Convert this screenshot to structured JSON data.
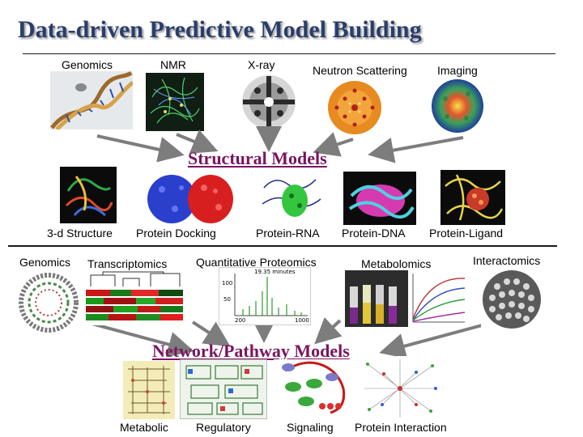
{
  "title": "Data-driven Predictive Model Building",
  "data_sources": {
    "genomics": "Genomics",
    "nmr": "NMR",
    "xray": "X-ray",
    "neutron": "Neutron Scattering",
    "imaging": "Imaging"
  },
  "structural_section": "Structural Models",
  "structural_labels": {
    "structure_3d": "3-d Structure",
    "docking": "Protein Docking",
    "rna": "Protein-RNA",
    "dna": "Protein-DNA",
    "ligand": "Protein-Ligand"
  },
  "omics_labels": {
    "genomics": "Genomics",
    "transcriptomics": "Transcriptomics",
    "proteomics": "Quantitative Proteomics",
    "metabolomics": "Metabolomics",
    "interactomics": "Interactomics"
  },
  "proteomics_plot": {
    "time_label": "19.35 minutes",
    "y_ticks": [
      "100",
      "50"
    ],
    "x_ticks": [
      "200",
      "1000"
    ]
  },
  "network_section": "Network/Pathway Models",
  "network_labels": {
    "metabolic": "Metabolic",
    "regulatory": "Regulatory",
    "signaling": "Signaling",
    "protein_interaction": "Protein Interaction"
  },
  "colors": {
    "title": "#2a3e6b",
    "section": "#7a1560",
    "arrow": "#7d7d7d"
  }
}
